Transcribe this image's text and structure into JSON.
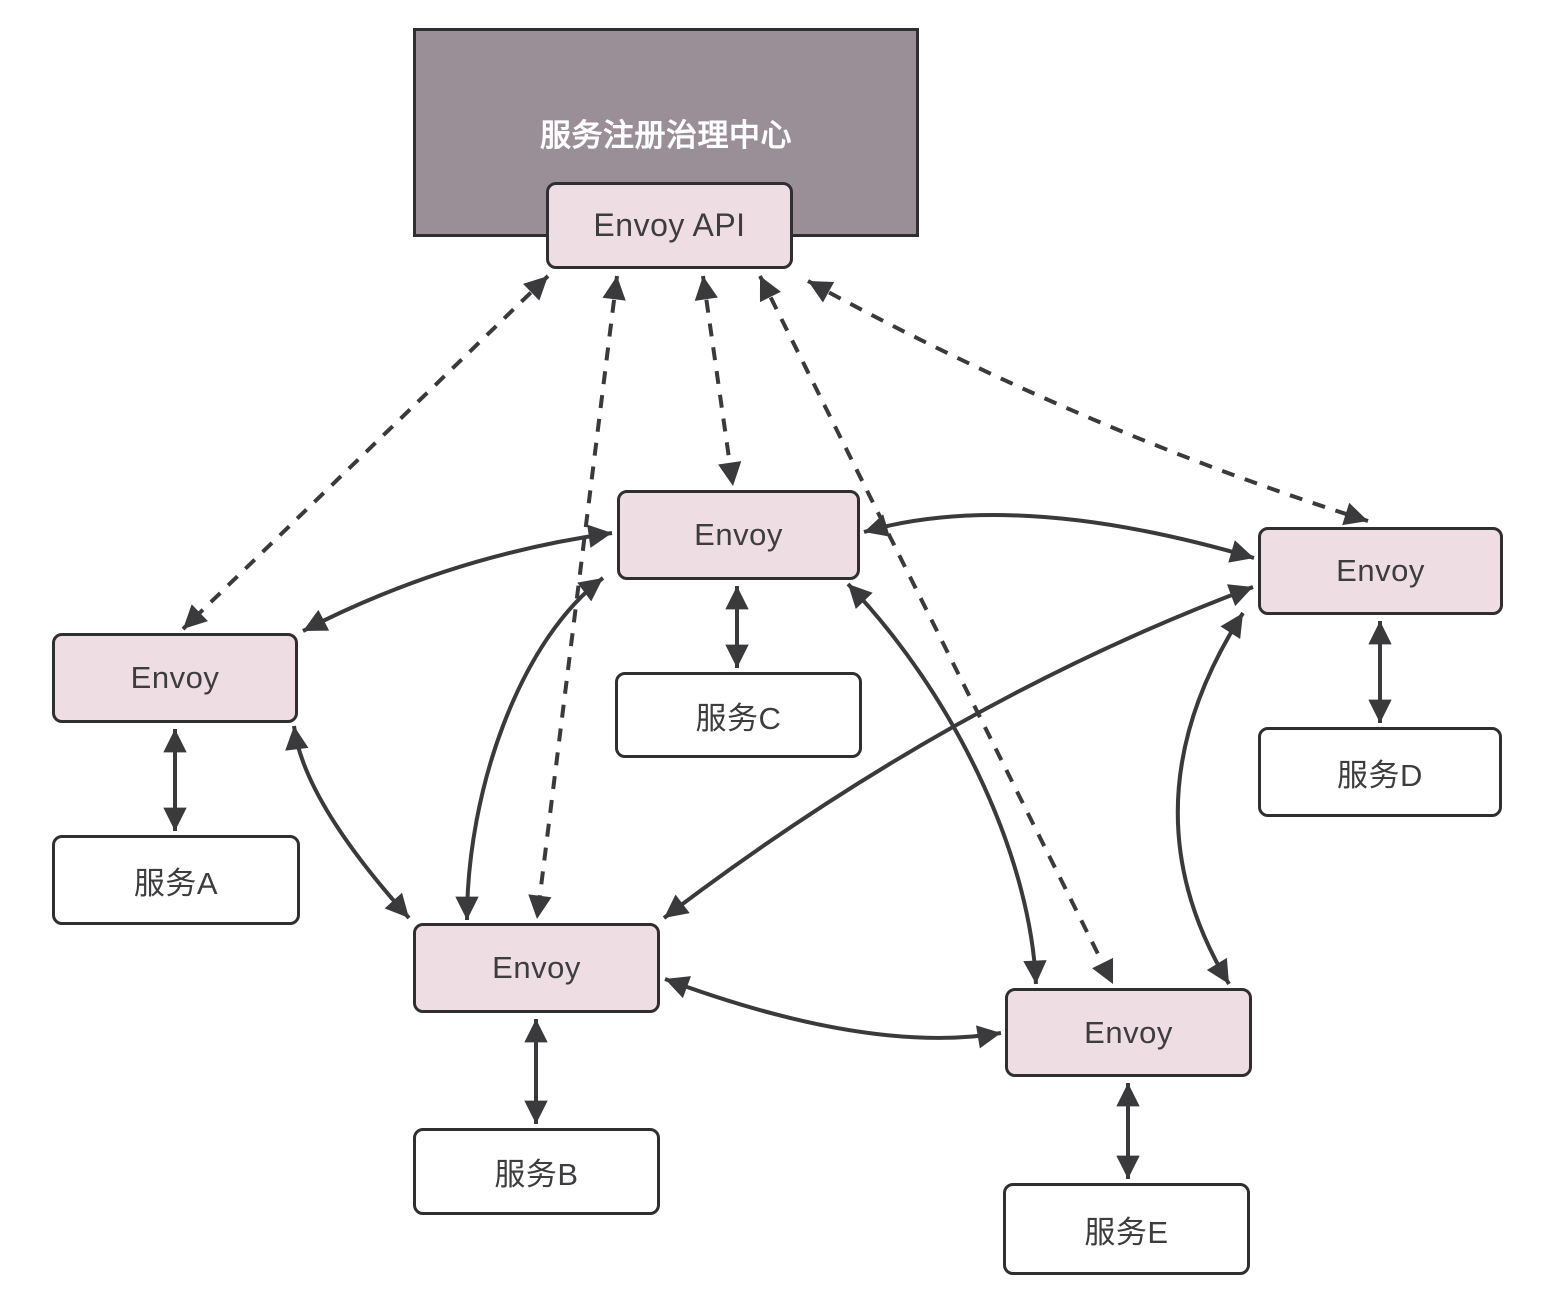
{
  "diagram": {
    "registry": {
      "label": "服务注册治理中心"
    },
    "api": {
      "label": "Envoy API"
    },
    "envoys": {
      "a": {
        "label": "Envoy"
      },
      "b": {
        "label": "Envoy"
      },
      "c": {
        "label": "Envoy"
      },
      "d": {
        "label": "Envoy"
      },
      "e": {
        "label": "Envoy"
      }
    },
    "services": {
      "a": {
        "label": "服务A"
      },
      "b": {
        "label": "服务B"
      },
      "c": {
        "label": "服务C"
      },
      "d": {
        "label": "服务D"
      },
      "e": {
        "label": "服务E"
      }
    },
    "colors": {
      "registry_fill": "#9a8f97",
      "registry_text": "#ffffff",
      "node_fill": "#eedde3",
      "service_fill": "#ffffff",
      "stroke": "#3a3a3c",
      "text": "#3d3d3f"
    },
    "edges": [
      {
        "from": "envoy-a",
        "to": "envoy-api",
        "style": "dashed",
        "bidirectional": true
      },
      {
        "from": "envoy-b",
        "to": "envoy-api",
        "style": "dashed",
        "bidirectional": true
      },
      {
        "from": "envoy-c",
        "to": "envoy-api",
        "style": "dashed",
        "bidirectional": true
      },
      {
        "from": "envoy-d",
        "to": "envoy-api",
        "style": "dashed",
        "bidirectional": true
      },
      {
        "from": "envoy-e",
        "to": "envoy-api",
        "style": "dashed",
        "bidirectional": true
      },
      {
        "from": "envoy-a",
        "to": "envoy-b",
        "style": "solid",
        "bidirectional": true
      },
      {
        "from": "envoy-a",
        "to": "envoy-c",
        "style": "solid",
        "bidirectional": true
      },
      {
        "from": "envoy-b",
        "to": "envoy-c",
        "style": "solid",
        "bidirectional": true
      },
      {
        "from": "envoy-b",
        "to": "envoy-d",
        "style": "solid",
        "bidirectional": true
      },
      {
        "from": "envoy-b",
        "to": "envoy-e",
        "style": "solid",
        "bidirectional": true
      },
      {
        "from": "envoy-c",
        "to": "envoy-d",
        "style": "solid",
        "bidirectional": true
      },
      {
        "from": "envoy-c",
        "to": "envoy-e",
        "style": "solid",
        "bidirectional": true
      },
      {
        "from": "envoy-d",
        "to": "envoy-e",
        "style": "solid",
        "bidirectional": true
      },
      {
        "from": "envoy-a",
        "to": "service-a",
        "style": "solid",
        "bidirectional": true
      },
      {
        "from": "envoy-b",
        "to": "service-b",
        "style": "solid",
        "bidirectional": true
      },
      {
        "from": "envoy-c",
        "to": "service-c",
        "style": "solid",
        "bidirectional": true
      },
      {
        "from": "envoy-d",
        "to": "service-d",
        "style": "solid",
        "bidirectional": true
      },
      {
        "from": "envoy-e",
        "to": "service-e",
        "style": "solid",
        "bidirectional": true
      }
    ]
  }
}
